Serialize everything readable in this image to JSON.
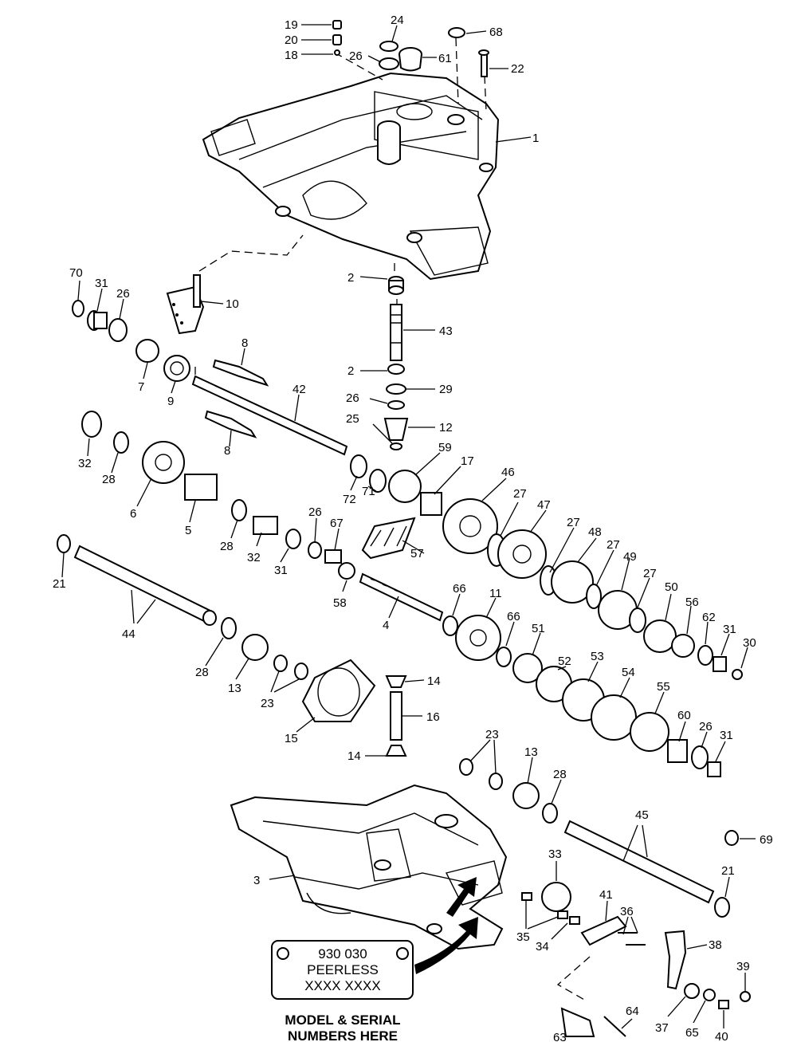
{
  "plate": {
    "line1": "930 030",
    "line2": "PEERLESS",
    "line3": "XXXX XXXX"
  },
  "caption": {
    "line1": "MODEL & SERIAL",
    "line2": "NUMBERS HERE"
  },
  "callouts": [
    {
      "id": "c19",
      "text": "19"
    },
    {
      "id": "c20",
      "text": "20"
    },
    {
      "id": "c18",
      "text": "18"
    },
    {
      "id": "c24",
      "text": "24"
    },
    {
      "id": "c26a",
      "text": "26"
    },
    {
      "id": "c61",
      "text": "61"
    },
    {
      "id": "c68",
      "text": "68"
    },
    {
      "id": "c22",
      "text": "22"
    },
    {
      "id": "c1",
      "text": "1"
    },
    {
      "id": "c70",
      "text": "70"
    },
    {
      "id": "c31a",
      "text": "31"
    },
    {
      "id": "c26b",
      "text": "26"
    },
    {
      "id": "c10",
      "text": "10"
    },
    {
      "id": "c2a",
      "text": "2"
    },
    {
      "id": "c43",
      "text": "43"
    },
    {
      "id": "c8a",
      "text": "8"
    },
    {
      "id": "c7",
      "text": "7"
    },
    {
      "id": "c9",
      "text": "9"
    },
    {
      "id": "c42",
      "text": "42"
    },
    {
      "id": "c2b",
      "text": "2"
    },
    {
      "id": "c29",
      "text": "29"
    },
    {
      "id": "c26c",
      "text": "26"
    },
    {
      "id": "c25",
      "text": "25"
    },
    {
      "id": "c12",
      "text": "12"
    },
    {
      "id": "c8b",
      "text": "8"
    },
    {
      "id": "c32a",
      "text": "32"
    },
    {
      "id": "c28a",
      "text": "28"
    },
    {
      "id": "c6",
      "text": "6"
    },
    {
      "id": "c5",
      "text": "5"
    },
    {
      "id": "c59",
      "text": "59"
    },
    {
      "id": "c17",
      "text": "17"
    },
    {
      "id": "c46",
      "text": "46"
    },
    {
      "id": "c72",
      "text": "72"
    },
    {
      "id": "c71",
      "text": "71"
    },
    {
      "id": "c27a",
      "text": "27"
    },
    {
      "id": "c47",
      "text": "47"
    },
    {
      "id": "c28b",
      "text": "28"
    },
    {
      "id": "c32b",
      "text": "32"
    },
    {
      "id": "c31b",
      "text": "31"
    },
    {
      "id": "c26d",
      "text": "26"
    },
    {
      "id": "c67",
      "text": "67"
    },
    {
      "id": "c57",
      "text": "57"
    },
    {
      "id": "c27b",
      "text": "27"
    },
    {
      "id": "c48",
      "text": "48"
    },
    {
      "id": "c27c",
      "text": "27"
    },
    {
      "id": "c49",
      "text": "49"
    },
    {
      "id": "c27d",
      "text": "27"
    },
    {
      "id": "c50",
      "text": "50"
    },
    {
      "id": "c21a",
      "text": "21"
    },
    {
      "id": "c58",
      "text": "58"
    },
    {
      "id": "c66a",
      "text": "66"
    },
    {
      "id": "c4",
      "text": "4"
    },
    {
      "id": "c11",
      "text": "11"
    },
    {
      "id": "c56",
      "text": "56"
    },
    {
      "id": "c62",
      "text": "62"
    },
    {
      "id": "c31c",
      "text": "31"
    },
    {
      "id": "c30",
      "text": "30"
    },
    {
      "id": "c44",
      "text": "44"
    },
    {
      "id": "c66b",
      "text": "66"
    },
    {
      "id": "c51",
      "text": "51"
    },
    {
      "id": "c52",
      "text": "52"
    },
    {
      "id": "c53",
      "text": "53"
    },
    {
      "id": "c54",
      "text": "54"
    },
    {
      "id": "c55",
      "text": "55"
    },
    {
      "id": "c28c",
      "text": "28"
    },
    {
      "id": "c13a",
      "text": "13"
    },
    {
      "id": "c23a",
      "text": "23"
    },
    {
      "id": "c14a",
      "text": "14"
    },
    {
      "id": "c16",
      "text": "16"
    },
    {
      "id": "c15",
      "text": "15"
    },
    {
      "id": "c14b",
      "text": "14"
    },
    {
      "id": "c60",
      "text": "60"
    },
    {
      "id": "c26e",
      "text": "26"
    },
    {
      "id": "c31d",
      "text": "31"
    },
    {
      "id": "c23b",
      "text": "23"
    },
    {
      "id": "c13b",
      "text": "13"
    },
    {
      "id": "c28d",
      "text": "28"
    },
    {
      "id": "c45",
      "text": "45"
    },
    {
      "id": "c69",
      "text": "69"
    },
    {
      "id": "c3",
      "text": "3"
    },
    {
      "id": "c33",
      "text": "33"
    },
    {
      "id": "c21b",
      "text": "21"
    },
    {
      "id": "c41",
      "text": "41"
    },
    {
      "id": "c36",
      "text": "36"
    },
    {
      "id": "c35",
      "text": "35"
    },
    {
      "id": "c34",
      "text": "34"
    },
    {
      "id": "c38",
      "text": "38"
    },
    {
      "id": "c39",
      "text": "39"
    },
    {
      "id": "c37",
      "text": "37"
    },
    {
      "id": "c65",
      "text": "65"
    },
    {
      "id": "c40",
      "text": "40"
    },
    {
      "id": "c64",
      "text": "64"
    },
    {
      "id": "c63",
      "text": "63"
    }
  ]
}
